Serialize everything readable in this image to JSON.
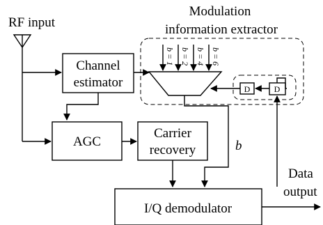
{
  "labels": {
    "rf_input": "RF input",
    "extractor_title_1": "Modulation",
    "extractor_title_2": "information extractor",
    "channel_estimator_1": "Channel",
    "channel_estimator_2": "estimator",
    "agc": "AGC",
    "carrier_recovery_1": "Carrier",
    "carrier_recovery_2": "recovery",
    "iq_demodulator": "I/Q demodulator",
    "data_output_1": "Data",
    "data_output_2": "output",
    "b_signal": "b",
    "delay": "D"
  },
  "mux_inputs": [
    "b = 1",
    "b = 2",
    "b = 4",
    "b = 6"
  ]
}
